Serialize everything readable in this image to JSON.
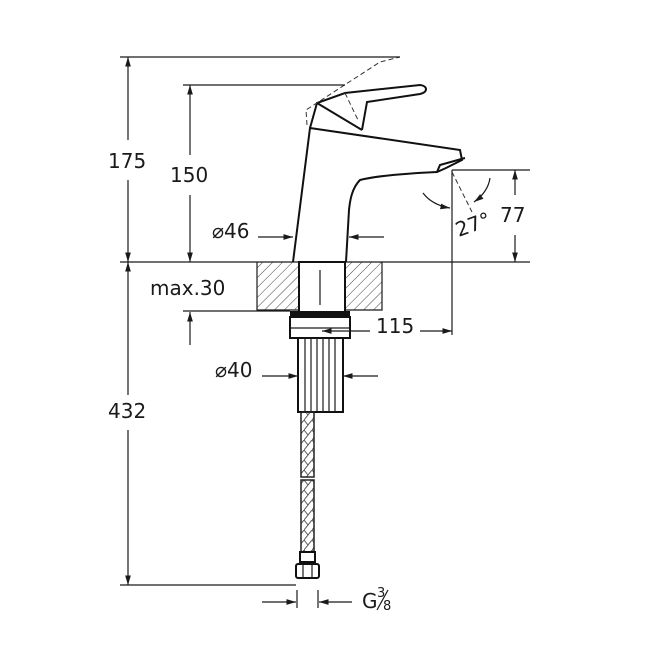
{
  "drawing": {
    "title": "Basin mixer technical drawing",
    "dimensions": {
      "total_height": "175",
      "body_height": "150",
      "body_diameter": "⌀46",
      "spout_height": "77",
      "spout_angle": "27°",
      "max_deck_thickness": "max.30",
      "spout_reach": "115",
      "shank_diameter": "⌀40",
      "hose_length": "432",
      "connection_thread_main": "G",
      "connection_thread_frac_num": "3",
      "connection_thread_frac_den": "8"
    },
    "colors": {
      "line": "#1a1a1a",
      "background": "#ffffff"
    }
  }
}
